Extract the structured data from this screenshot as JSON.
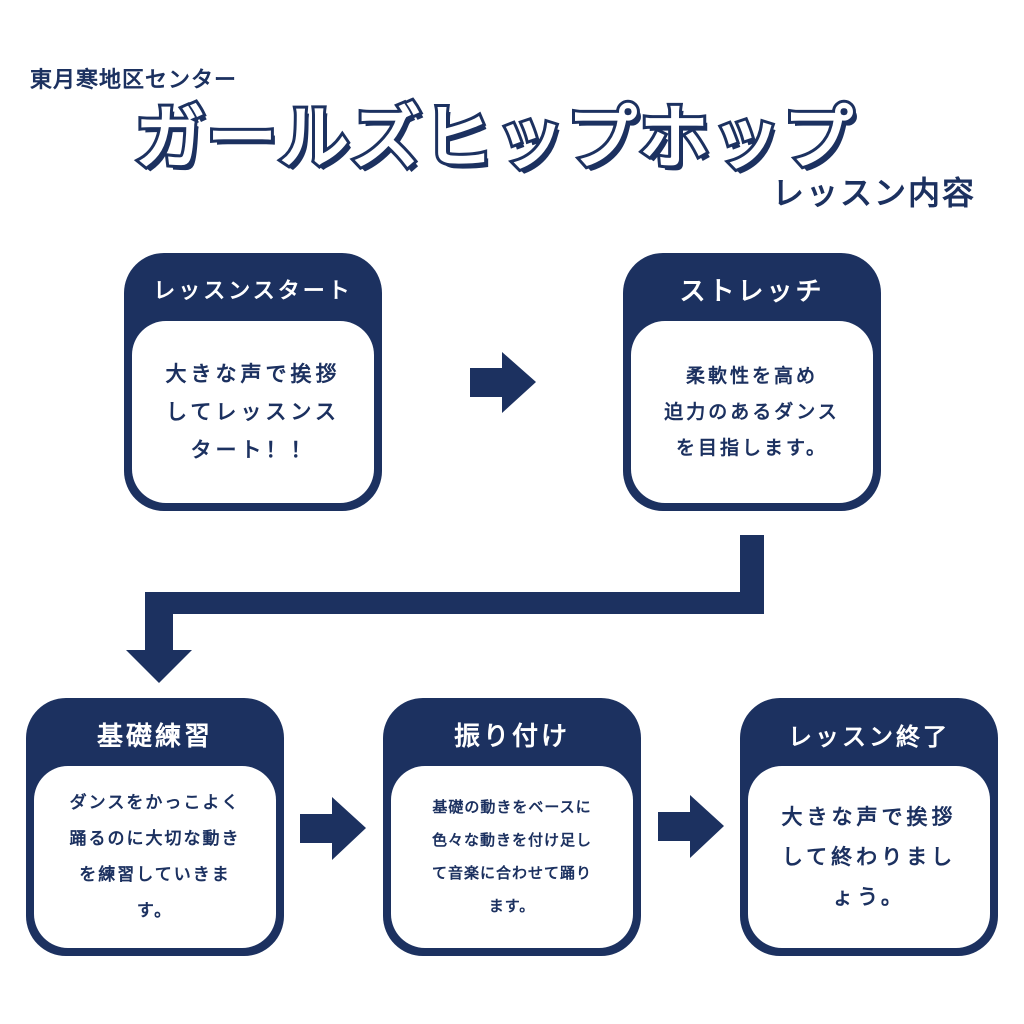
{
  "header": {
    "organization": "東月寒地区センター",
    "title": "ガールズヒップホップ",
    "subtitle": "レッスン内容"
  },
  "steps": [
    {
      "title": "レッスンスタート",
      "lines": [
        "大きな声で挨拶",
        "してレッスンス",
        "タート！！"
      ]
    },
    {
      "title": "ストレッチ",
      "lines": [
        "柔軟性を高め",
        "迫力のあるダンス",
        "を目指します。"
      ]
    },
    {
      "title": "基礎練習",
      "lines": [
        "ダンスをかっこよく",
        "踊るのに大切な動き",
        "を練習していきま",
        "す。"
      ]
    },
    {
      "title": "振り付け",
      "lines": [
        "基礎の動きをベースに",
        "色々な動きを付け足し",
        "て音楽に合わせて踊り",
        "ます。"
      ]
    },
    {
      "title": "レッスン終了",
      "lines": [
        "大きな声で挨拶",
        "して終わりまし",
        "ょう。"
      ]
    }
  ],
  "colors": {
    "primary": "#1c3160",
    "background": "#ffffff"
  }
}
